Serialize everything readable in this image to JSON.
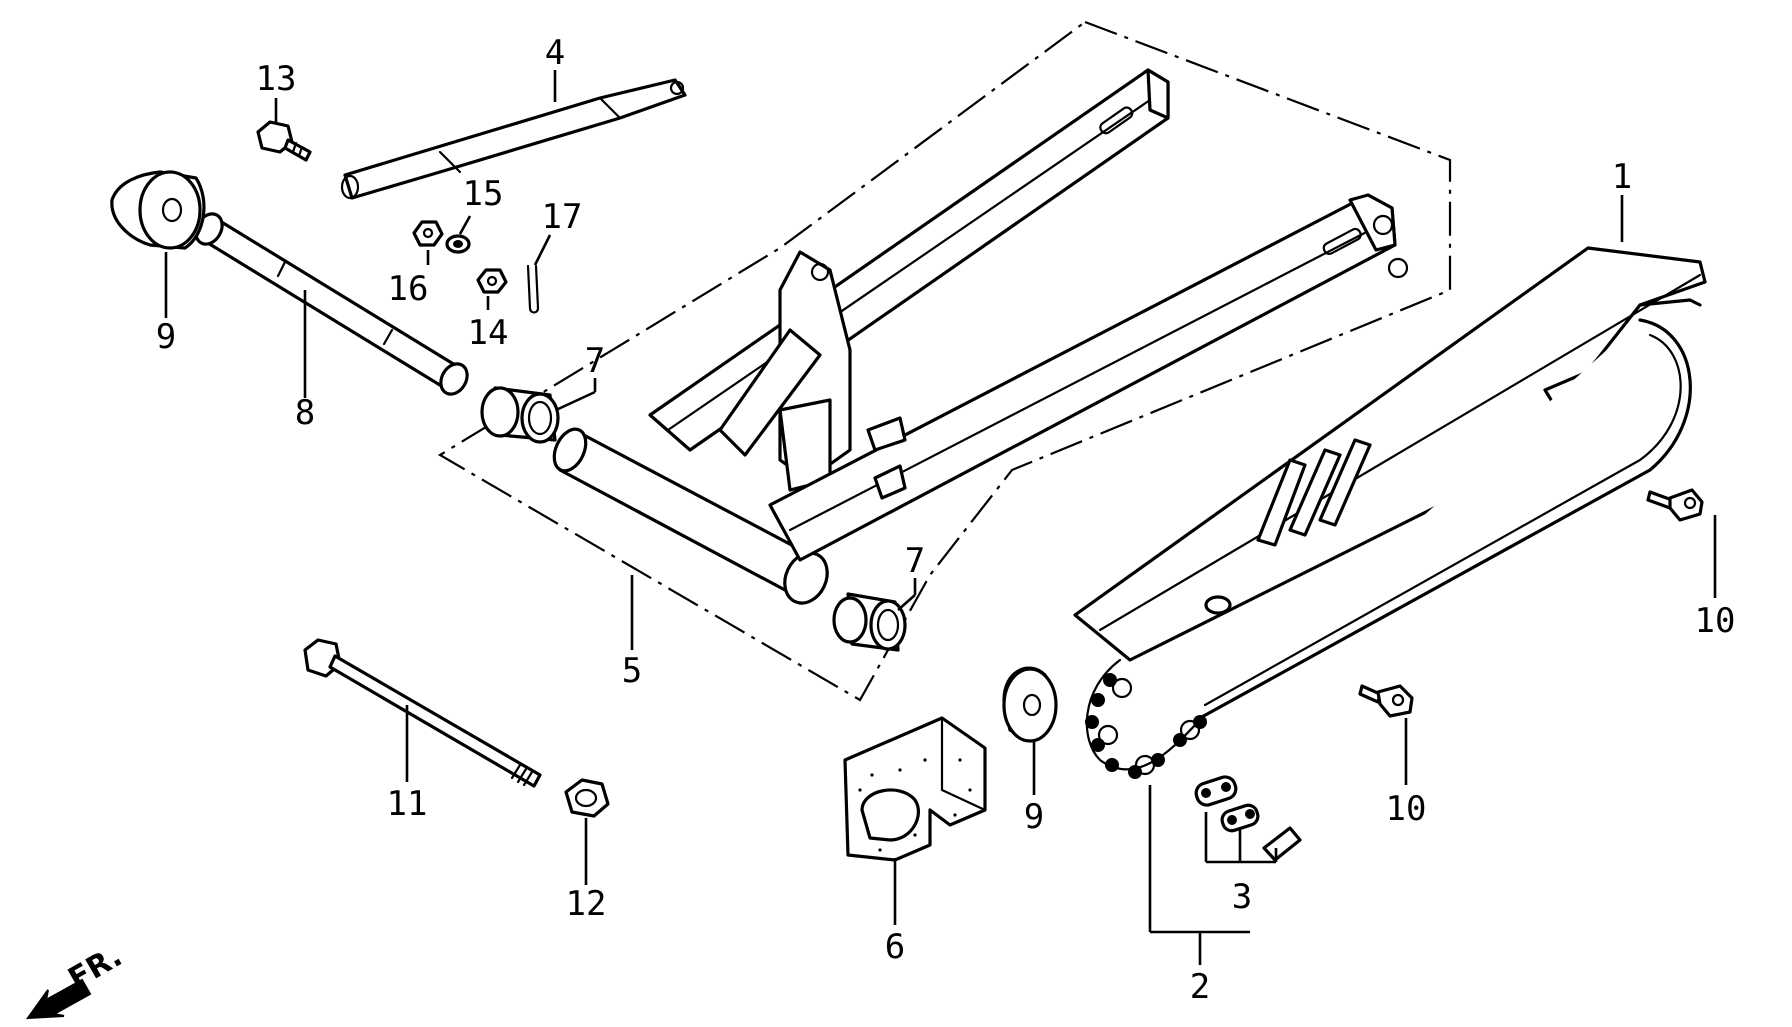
{
  "callouts": [
    {
      "id": "p1",
      "label": "1"
    },
    {
      "id": "p2",
      "label": "2"
    },
    {
      "id": "p3",
      "label": "3"
    },
    {
      "id": "p4",
      "label": "4"
    },
    {
      "id": "p5",
      "label": "5"
    },
    {
      "id": "p6",
      "label": "6"
    },
    {
      "id": "p7a",
      "label": "7"
    },
    {
      "id": "p7b",
      "label": "7"
    },
    {
      "id": "p8",
      "label": "8"
    },
    {
      "id": "p9a",
      "label": "9"
    },
    {
      "id": "p9b",
      "label": "9"
    },
    {
      "id": "p10a",
      "label": "10"
    },
    {
      "id": "p10b",
      "label": "10"
    },
    {
      "id": "p11",
      "label": "11"
    },
    {
      "id": "p12",
      "label": "12"
    },
    {
      "id": "p13",
      "label": "13"
    },
    {
      "id": "p14",
      "label": "14"
    },
    {
      "id": "p15",
      "label": "15"
    },
    {
      "id": "p16",
      "label": "16"
    },
    {
      "id": "p17",
      "label": "17"
    }
  ],
  "direction_indicator": {
    "label": "FR.",
    "icon": "front-arrow-icon"
  }
}
